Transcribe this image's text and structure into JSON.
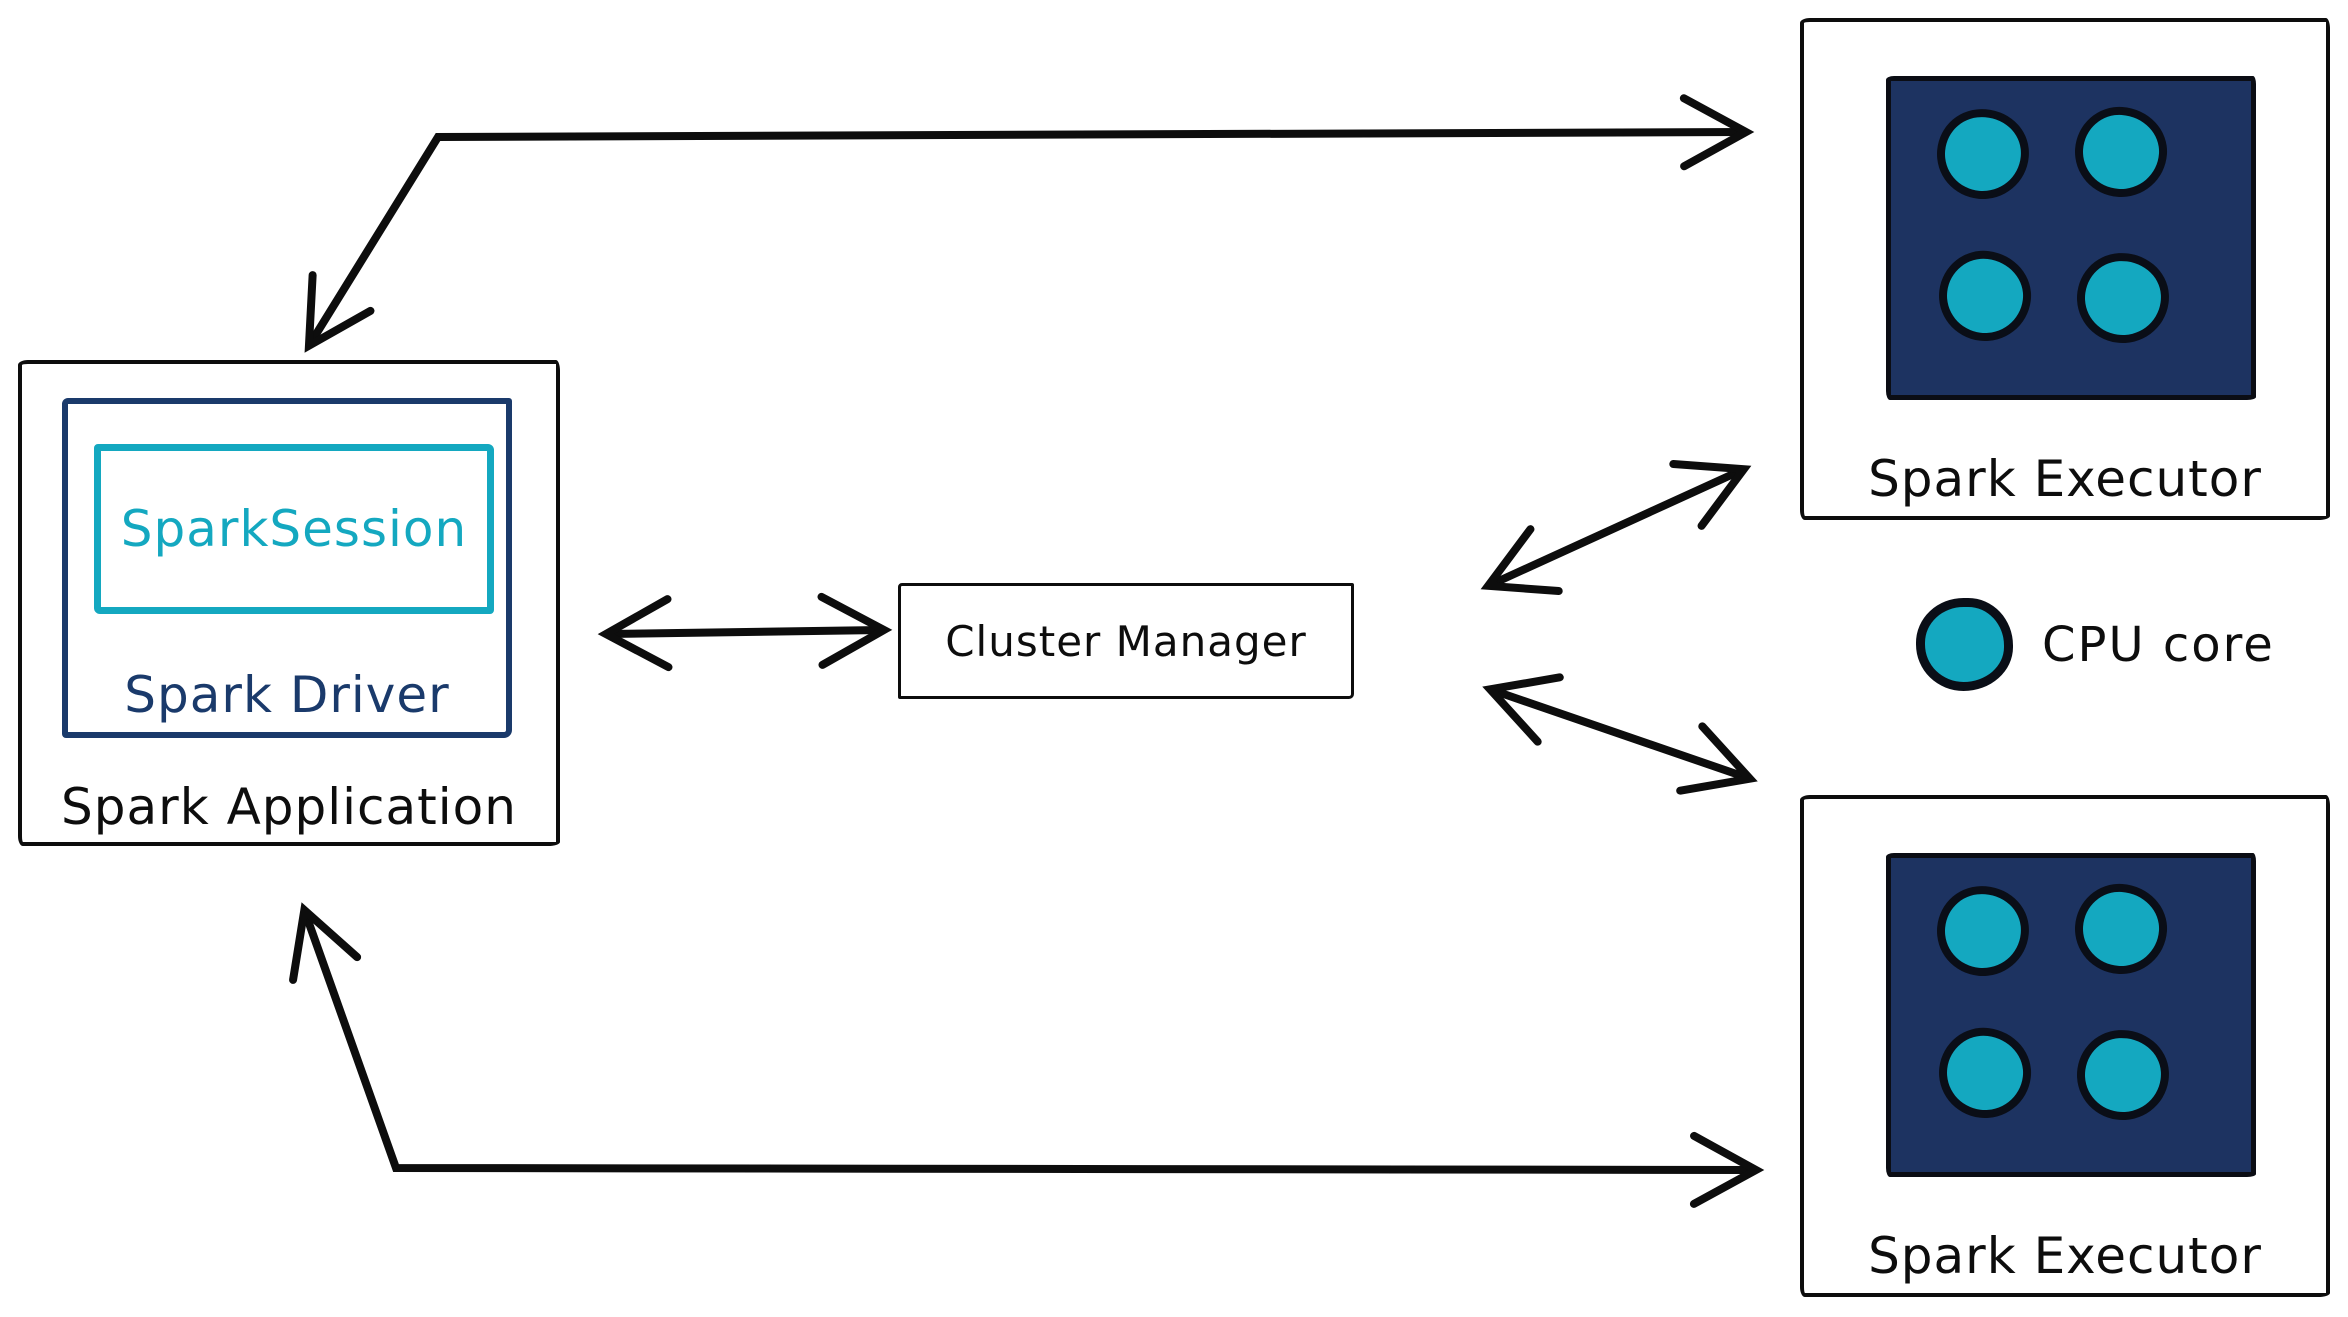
{
  "colors": {
    "teal": "#14a8c0",
    "navy-fill": "#1d3361",
    "navy-stroke": "#1a3a6b",
    "ink": "#0d0d0d"
  },
  "application": {
    "label": "Spark Application",
    "driver": {
      "label": "Spark Driver",
      "session": {
        "label": "SparkSession"
      }
    }
  },
  "cluster_manager": {
    "label": "Cluster Manager"
  },
  "executors": [
    {
      "label": "Spark Executor",
      "cpu_cores": 4
    },
    {
      "label": "Spark Executor",
      "cpu_cores": 4
    }
  ],
  "legend": {
    "label": "CPU core"
  },
  "connections": [
    {
      "from": "Spark Application",
      "to": "Spark Executor (top)",
      "bidirectional": true
    },
    {
      "from": "Spark Application",
      "to": "Cluster Manager",
      "bidirectional": true
    },
    {
      "from": "Cluster Manager",
      "to": "Spark Executor (top)",
      "bidirectional": true
    },
    {
      "from": "Cluster Manager",
      "to": "Spark Executor (bottom)",
      "bidirectional": true
    },
    {
      "from": "Spark Application",
      "to": "Spark Executor (bottom)",
      "bidirectional": true
    }
  ]
}
